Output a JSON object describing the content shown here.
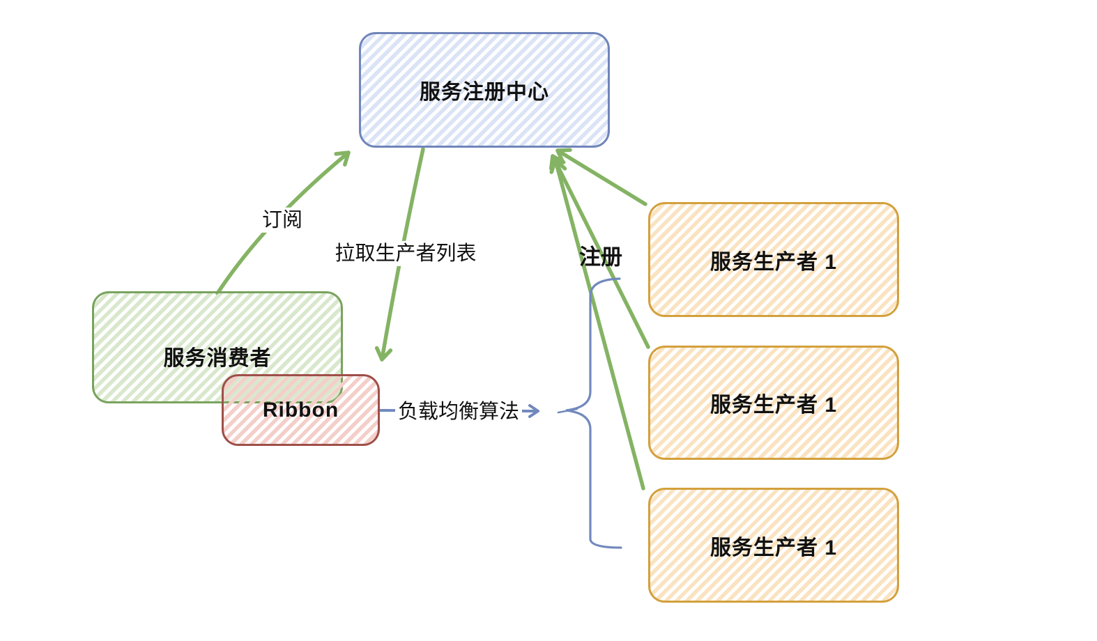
{
  "nodes": {
    "registry": {
      "label": "服务注册中心",
      "border_color": "#7085ba",
      "hatch_color": "#dbe4f6"
    },
    "consumer": {
      "label": "服务消费者",
      "border_color": "#79a35e",
      "hatch_color": "#d9e8cd"
    },
    "ribbon": {
      "label": "Ribbon",
      "border_color": "#9e4f49",
      "hatch_color": "#f4cfca"
    },
    "producer_1": {
      "label": "服务生产者 1",
      "border_color": "#d3a03c",
      "hatch_color": "#fae3c1"
    },
    "producer_2": {
      "label": "服务生产者 1",
      "border_color": "#d3a03c",
      "hatch_color": "#fae3c1"
    },
    "producer_3": {
      "label": "服务生产者 1",
      "border_color": "#d3a03c",
      "hatch_color": "#fae3c1"
    }
  },
  "edge_labels": {
    "subscribe": "订阅",
    "pull_producer_list": "拉取生产者列表",
    "register": "注册",
    "load_balancing": "负载均衡算法"
  },
  "colors": {
    "arrow_green": "#84b364",
    "connector_blue": "#7289bd",
    "text": "#111111",
    "background": "#ffffff"
  }
}
